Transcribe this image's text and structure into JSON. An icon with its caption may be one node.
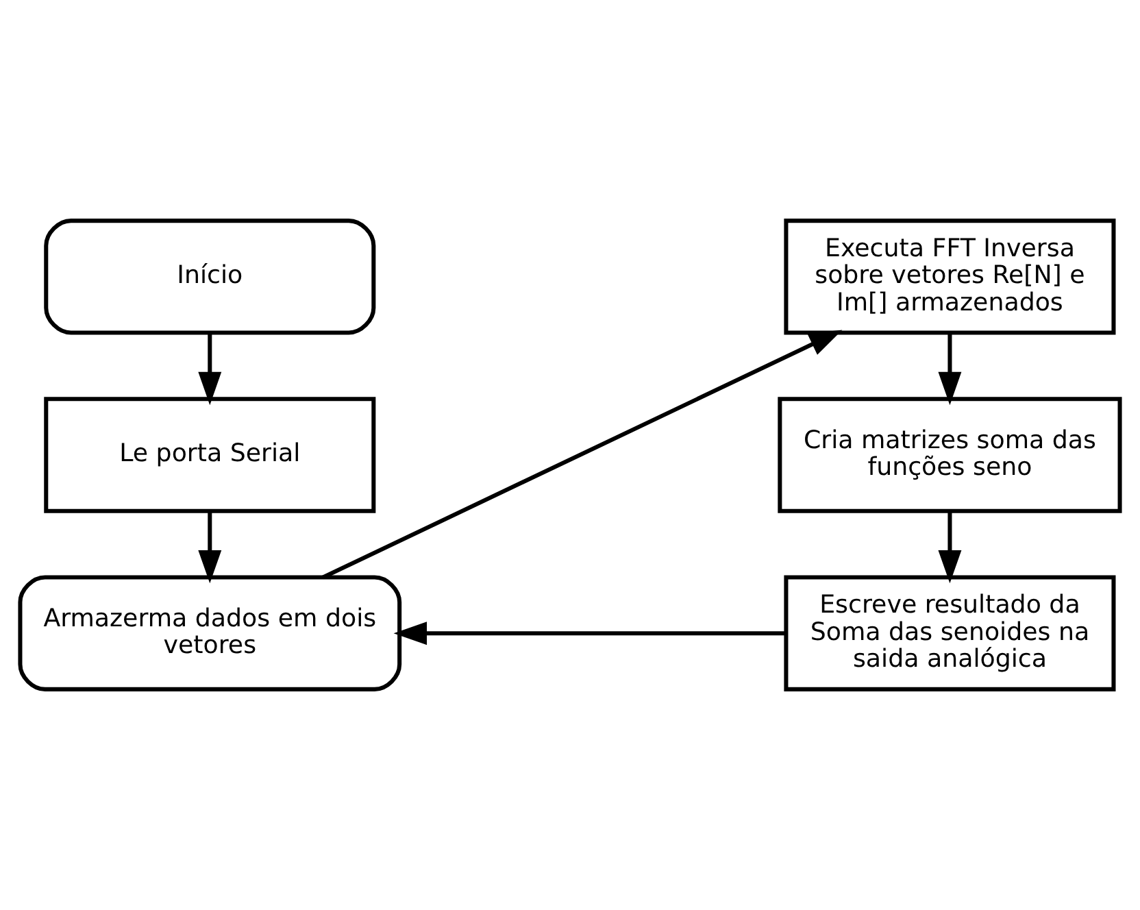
{
  "diagram": {
    "nodes": [
      {
        "text": [
          "Início"
        ]
      },
      {
        "text": [
          "Le porta Serial"
        ]
      },
      {
        "text": [
          "Armazerma dados em dois vetores"
        ]
      },
      {
        "text": [
          "Executa FFT Inversa sobre vetores Re[N] e Im[] armazenados"
        ]
      },
      {
        "text": [
          "Cria matrizes soma das funções seno"
        ]
      },
      {
        "text": [
          "Escreve resultado da Soma das senoides na saida analógica"
        ]
      }
    ],
    "edges": [
      {
        "from": 0,
        "to": 1,
        "arrow": "to"
      },
      {
        "from": 1,
        "to": 2,
        "arrow": "to"
      },
      {
        "from": 2,
        "to": 3,
        "arrow": "to"
      },
      {
        "from": 3,
        "to": 4,
        "arrow": "to"
      },
      {
        "from": 4,
        "to": 5,
        "arrow": "to"
      },
      {
        "from": 5,
        "to": 2,
        "arrow": "to"
      }
    ]
  }
}
